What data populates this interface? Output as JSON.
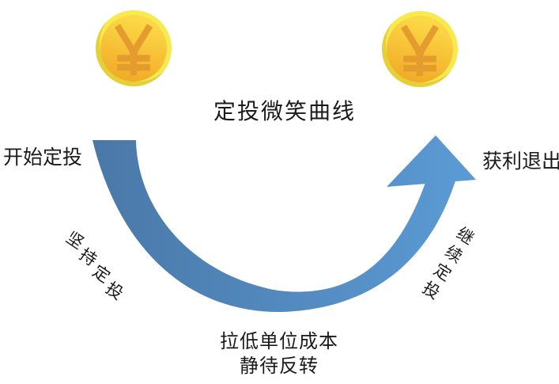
{
  "title": "定投微笑曲线",
  "labels": {
    "start": "开始定投",
    "exit": "获利退出",
    "left_curve": "坚持定投",
    "right_curve": "继续定投",
    "bottom_line1": "拉低单位成本",
    "bottom_line2": "静待反转"
  },
  "icons": {
    "coin": "yuan-coin-icon",
    "yuan_symbol": "¥",
    "arrow": "up-right-arrowhead-icon"
  },
  "colors": {
    "curve_start": "#4a78a8",
    "curve_end": "#5b9bd5",
    "coin_ring": "#f8e94e",
    "coin_face_top": "#fcd847",
    "coin_face_bottom": "#f2ab27",
    "yuan_symbol": "#e59c2e",
    "text": "#1a1a1a"
  }
}
